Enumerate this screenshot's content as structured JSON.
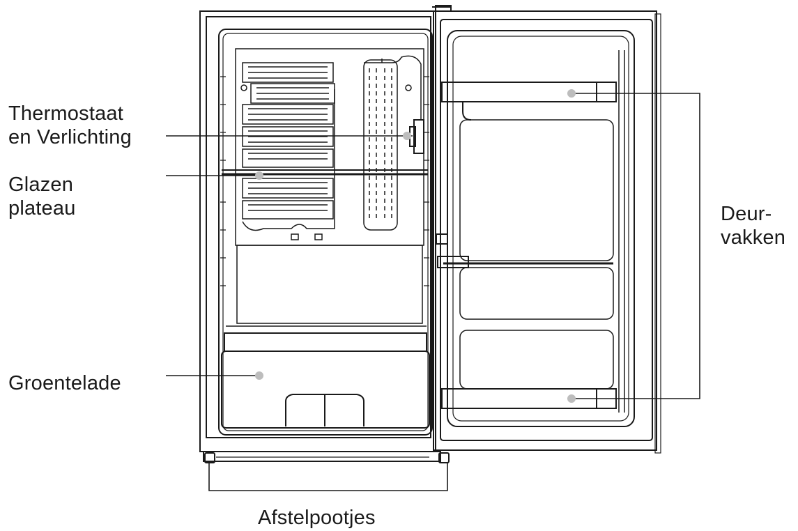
{
  "labels": {
    "thermostat_line1": "Thermostaat",
    "thermostat_line2": "en Verlichting",
    "glass_shelf_line1": "Glazen",
    "glass_shelf_line2": "plateau",
    "crisper": "Groentelade",
    "door_shelves_line1": "Deur-",
    "door_shelves_line2": "vakken",
    "adjustable_feet": "Afstelpootjes"
  },
  "colors": {
    "line": "#1a1a1a",
    "marker": "#bdbdbd",
    "background": "#ffffff"
  }
}
